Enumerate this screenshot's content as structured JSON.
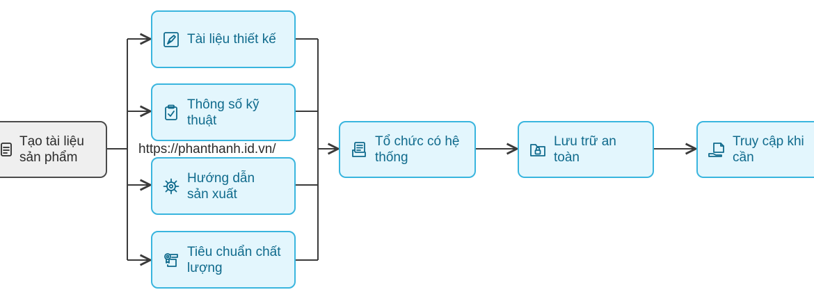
{
  "diagram": {
    "start": {
      "label": "Tạo tài liệu sản phẩm",
      "icon": "document-icon"
    },
    "branches": [
      {
        "label": "Tài liệu thiết kế",
        "icon": "design-pen-icon"
      },
      {
        "label": "Thông số kỹ thuật",
        "icon": "clipboard-check-icon"
      },
      {
        "label": "Hướng dẫn sản xuất",
        "icon": "gear-icon"
      },
      {
        "label": "Tiêu chuẩn chất lượng",
        "icon": "certificate-icon"
      }
    ],
    "steps": [
      {
        "label": "Tổ chức có hệ thống",
        "icon": "file-cabinet-icon"
      },
      {
        "label": "Lưu trữ an toàn",
        "icon": "secure-folder-icon"
      },
      {
        "label": "Truy cập khi cần",
        "icon": "hand-document-icon"
      }
    ]
  },
  "watermark": "https://phanthanh.id.vn/",
  "colors": {
    "node_fill": "#e3f6fd",
    "node_border": "#39b5de",
    "node_text": "#0f6a8c",
    "start_fill": "#efefef",
    "start_border": "#4a4a4a",
    "connector": "#3a3a3a"
  }
}
